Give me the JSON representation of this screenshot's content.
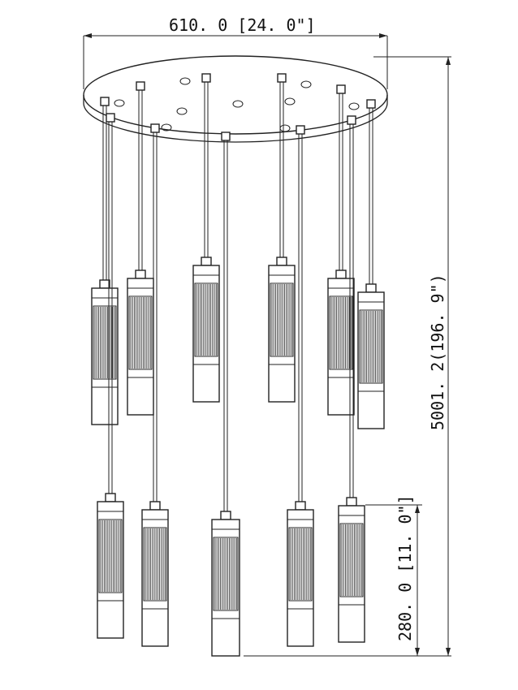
{
  "dimensions": {
    "width_label": "610. 0  [24. 0\"]",
    "height_label": "5001. 2(196. 9\")",
    "pendant_label": "280. 0  [11. 0\"]"
  },
  "colors": {
    "line": "#222222",
    "background": "#ffffff"
  }
}
